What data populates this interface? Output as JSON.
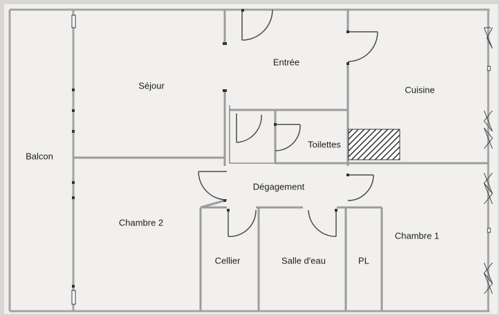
{
  "plan": {
    "colors": {
      "paper": "#f1f0ee",
      "wall": "#9c9c9c",
      "line": "#4a4a4a",
      "text": "#1e1e1e"
    },
    "rooms": {
      "sejour": "Séjour",
      "entree": "Entrée",
      "cuisine": "Cuisine",
      "toilettes": "Toilettes",
      "balcon": "Balcon",
      "degagement": "Dégagement",
      "chambre2": "Chambre 2",
      "chambre1": "Chambre 1",
      "cellier": "Cellier",
      "salle_deau": "Salle d'eau",
      "pl": "PL"
    }
  }
}
